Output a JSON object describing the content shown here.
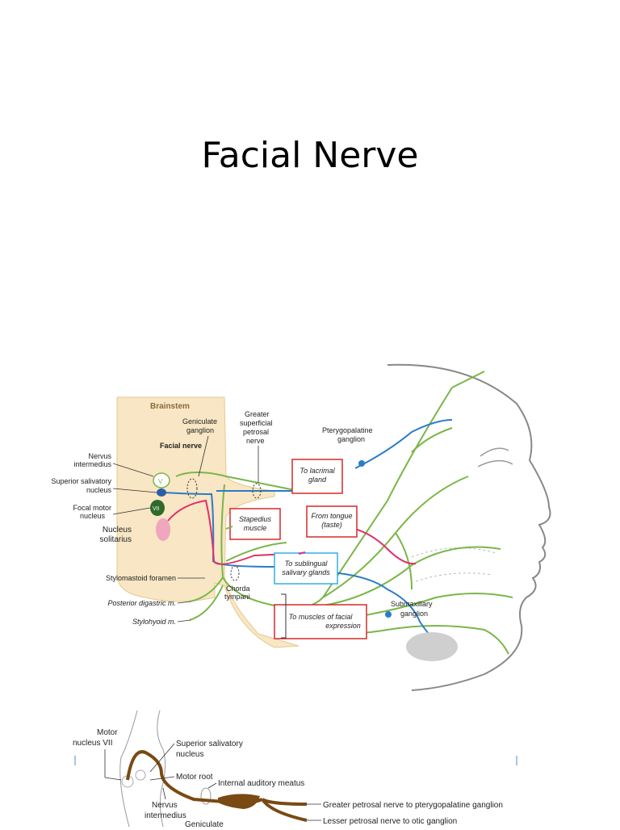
{
  "slide": {
    "title": "Facial Nerve"
  },
  "figure1": {
    "labels": {
      "brainstem": "Brainstem",
      "geniculate_1": "Geniculate",
      "geniculate_2": "ganglion",
      "facial_nerve": "Facial nerve",
      "gsp_1": "Greater",
      "gsp_2": "superficial",
      "gsp_3": "petrosal",
      "gsp_4": "nerve",
      "ptg_1": "Pterygopalatine",
      "ptg_2": "ganglion",
      "ni_1": "Nervus",
      "ni_2": "intermedius",
      "ssn_1": "Superior salivatory",
      "ssn_2": "nucleus",
      "fmn_1": "Focal motor",
      "fmn_2": "nucleus",
      "ns_1": "Nucleus",
      "ns_2": "solitarius",
      "nucleus_v": "V",
      "nucleus_vii": "VII",
      "lacrimal_1": "To lacrimal",
      "lacrimal_2": "gland",
      "stapedius_1": "Stapedius",
      "stapedius_2": "muscle",
      "tongue_1": "From tongue",
      "tongue_2": "(taste)",
      "sublingual_1": "To sublingual",
      "sublingual_2": "salivary glands",
      "stylomastoid": "Stylomastoid foramen",
      "chorda_1": "Chorda",
      "chorda_2": "tympani",
      "post_digastric": "Posterior digastric m.",
      "stylohyoid": "Stylohyoid m.",
      "facial_expr_1": "To muscles of facial",
      "facial_expr_2": "expression",
      "submax_1": "Submaxillary",
      "submax_2": "ganglion"
    }
  },
  "figure2": {
    "labels": {
      "motor_1": "Motor",
      "motor_2": "nucleus VII",
      "ssn_1": "Superior salivatory",
      "ssn_2": "nucleus",
      "motor_root": "Motor root",
      "iam": "Internal auditory meatus",
      "ni_1": "Nervus",
      "ni_2": "intermedius",
      "geniculate": "Geniculate",
      "gpn": "Greater petrosal nerve to pterygopalatine ganglion",
      "lpn": "Lesser petrosal nerve to otic ganglion"
    }
  },
  "colors": {
    "brainstem_fill": "#f8e6c4",
    "green_nerve": "#7ab648",
    "blue_nerve": "#2a7cc7",
    "pink_nerve": "#e0306a",
    "red_box": "#d42a2a",
    "cyan_box": "#32aee6",
    "brown_nerve": "#7a4a14"
  }
}
